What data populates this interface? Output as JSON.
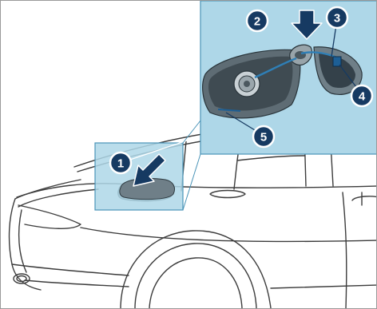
{
  "colors": {
    "panel_fill": "#aed7e8",
    "panel_stroke": "#4a94b8",
    "callout_fill": "#163a62",
    "callout_ring": "#ffffff",
    "arrow_fill": "#163a62",
    "leader": "#163a62",
    "line_art": "#3c3c3c"
  },
  "callouts": [
    {
      "label": "1"
    },
    {
      "label": "2"
    },
    {
      "label": "3"
    },
    {
      "label": "4"
    },
    {
      "label": "5"
    }
  ],
  "icons": {
    "press_arrow": "arrow-down-left-icon",
    "push_arrow": "arrow-down-icon"
  }
}
